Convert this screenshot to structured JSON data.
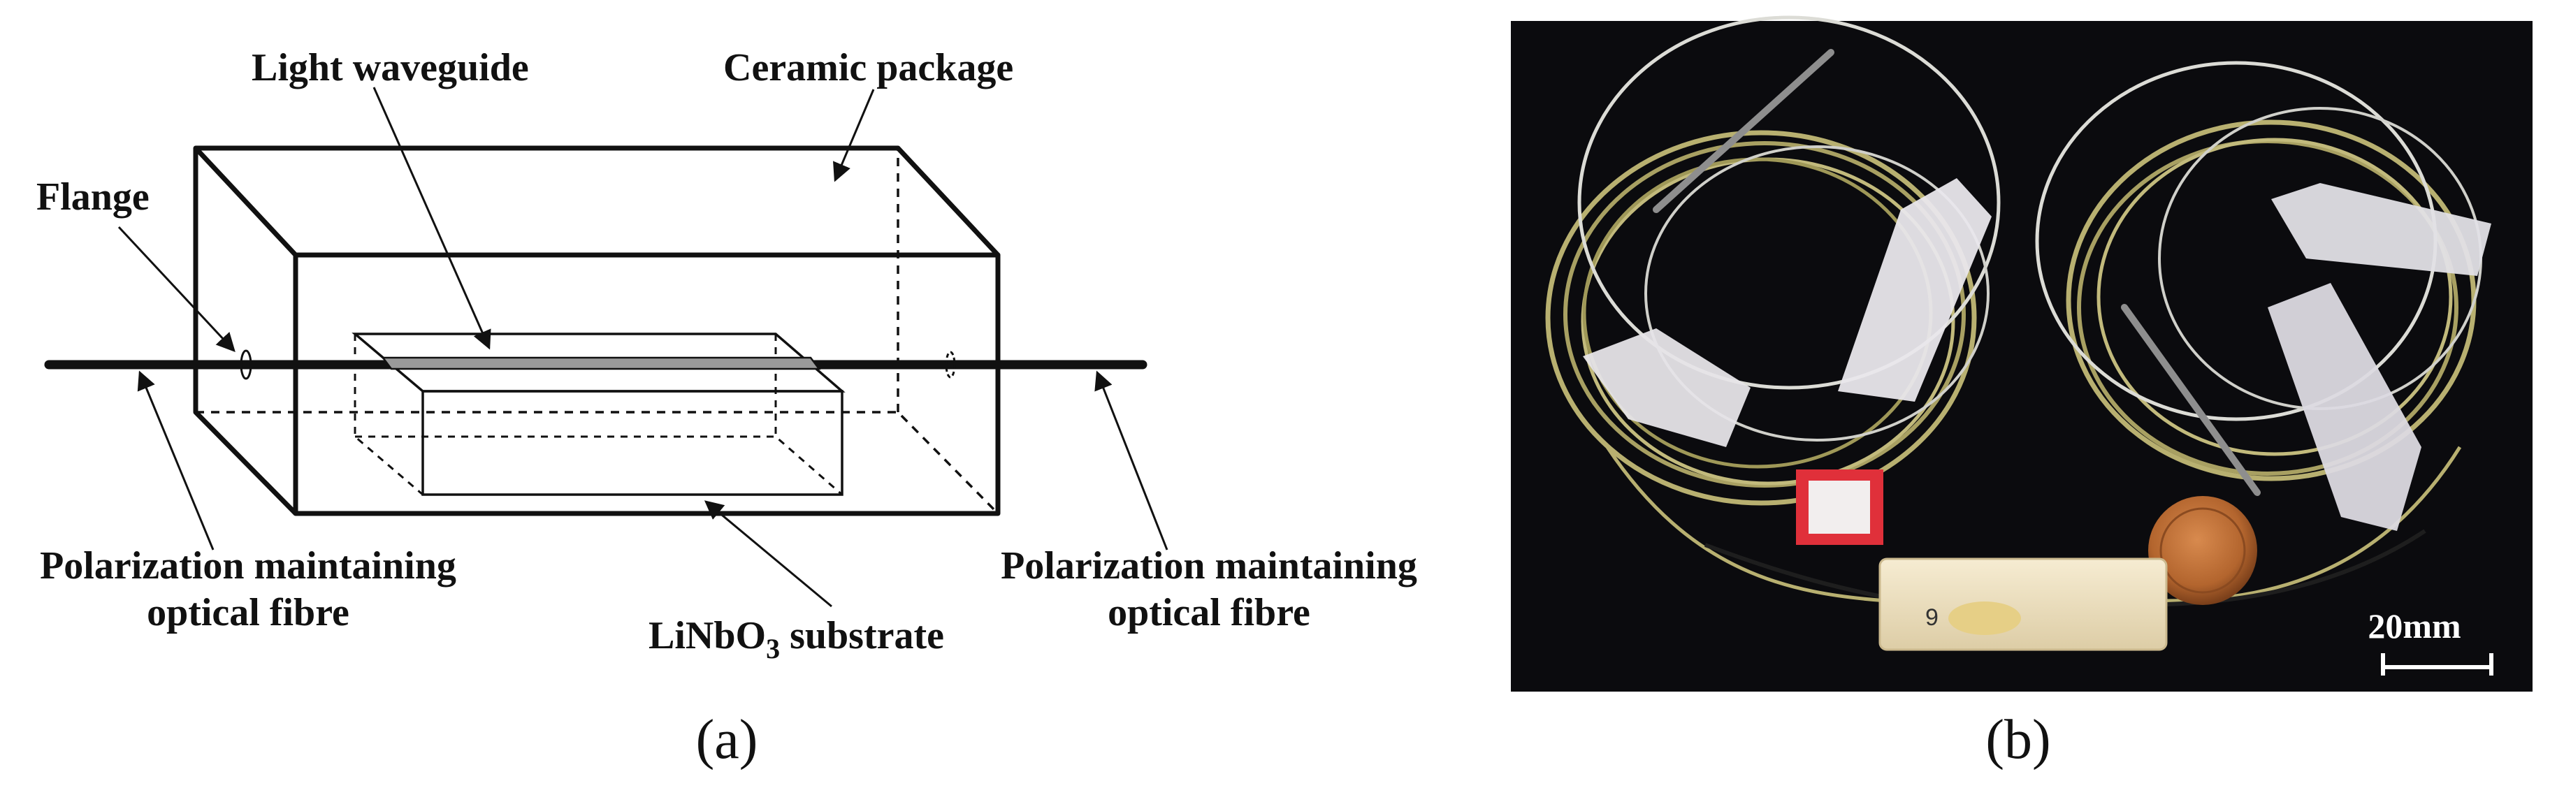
{
  "panel_a": {
    "caption": "(a)",
    "labels": {
      "light_waveguide": "Light waveguide",
      "ceramic_package": "Ceramic package",
      "flange": "Flange",
      "pm_fibre_left_line1": "Polarization maintaining",
      "pm_fibre_left_line2": "optical fibre",
      "pm_fibre_right_line1": "Polarization maintaining",
      "pm_fibre_right_line2": "optical fibre",
      "substrate_prefix": "LiNbO",
      "substrate_subscript": "3",
      "substrate_suffix": " substrate"
    }
  },
  "panel_b": {
    "caption": "(b)",
    "scale_bar_label": "20mm",
    "photo_tag_text": "9"
  },
  "colors": {
    "line": "#111111",
    "waveguide": "#9a9a9a",
    "photo_background": "#0b0b0e",
    "fibre_coil_yellow": "#b8b070",
    "fibre_white": "#dcdcd6",
    "tape": "#e6e4e8",
    "ceramic_package_photo": "#efe3c4",
    "red_label": "#e0303a",
    "coin": "#b3652e"
  }
}
